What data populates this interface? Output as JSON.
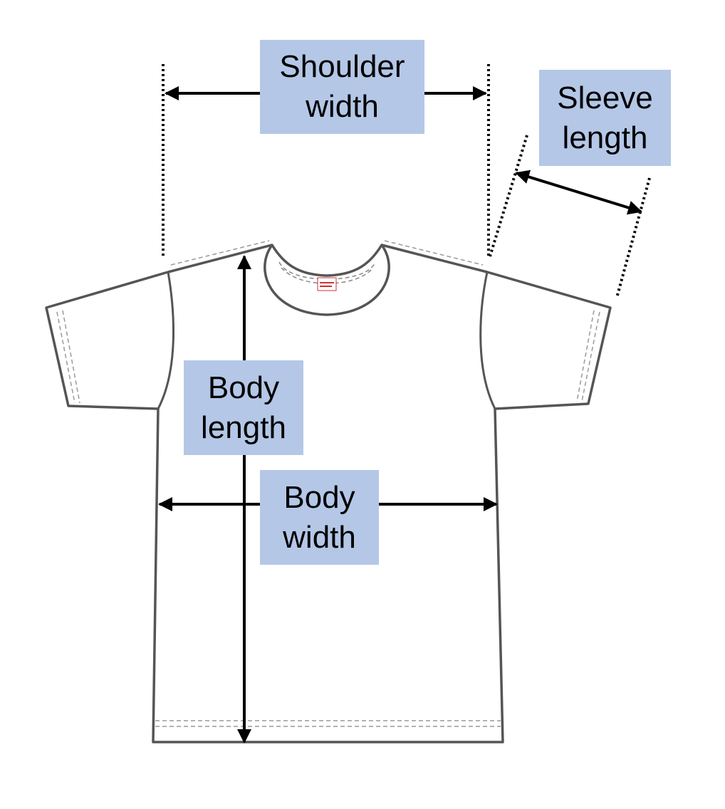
{
  "labels": {
    "shoulder_width": [
      "Shoulder",
      "width"
    ],
    "sleeve_length": [
      "Sleeve",
      "length"
    ],
    "body_length": [
      "Body",
      "length"
    ],
    "body_width": [
      "Body",
      "width"
    ]
  },
  "colors": {
    "label_background": "#b4c7e7",
    "outline": "#555555",
    "arrow": "#000000"
  },
  "icons": {
    "garment": "t-shirt-outline-icon",
    "neck_tag": "brand-tag-icon"
  }
}
